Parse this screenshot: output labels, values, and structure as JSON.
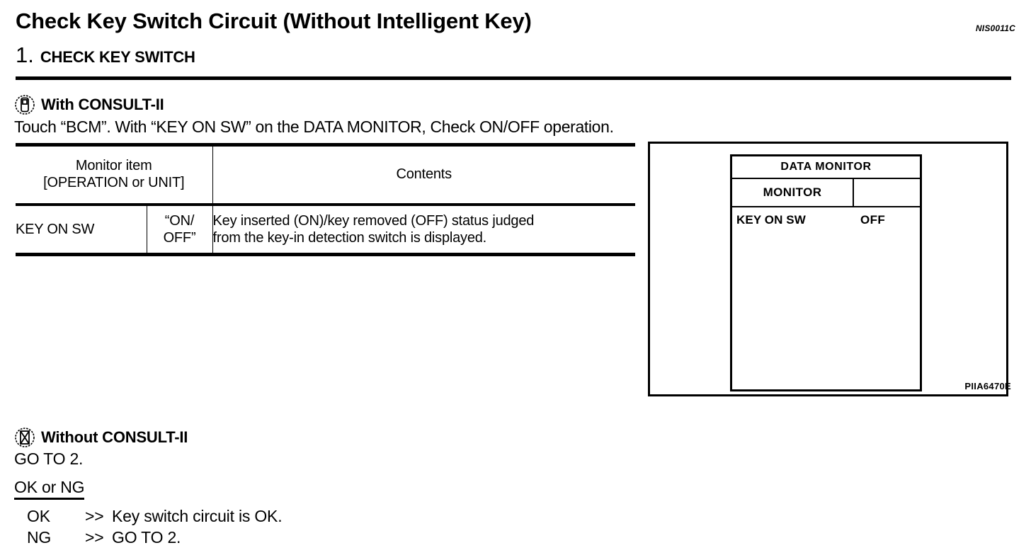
{
  "header": {
    "title": "Check Key Switch Circuit (Without Intelligent Key)",
    "ref_code": "NIS0011C",
    "step_number": "1.",
    "step_title": "CHECK KEY SWITCH"
  },
  "with_consult": {
    "icon": "consult-device-icon",
    "heading": "With CONSULT-II",
    "instruction": "Touch “BCM”. With “KEY ON SW” on the DATA MONITOR, Check ON/OFF operation."
  },
  "monitor_table": {
    "headers": {
      "monitor_item_line1": "Monitor item",
      "monitor_item_line2": "[OPERATION or UNIT]",
      "contents": "Contents"
    },
    "rows": [
      {
        "item": "KEY ON SW",
        "unit_line1": "“ON/",
        "unit_line2": "OFF”",
        "contents_line1": "Key inserted (ON)/key removed (OFF) status judged",
        "contents_line2": "from the key-in detection switch is displayed."
      }
    ]
  },
  "figure": {
    "caption": "PIIA6470E",
    "screen": {
      "title": "DATA MONITOR",
      "column_header": "MONITOR",
      "column_header_value": "",
      "rows": [
        {
          "name": "KEY ON SW",
          "value": "OFF"
        }
      ]
    }
  },
  "without_consult": {
    "icon": "consult-device-crossed-out-icon",
    "heading": "Without CONSULT-II",
    "instruction": "GO TO 2."
  },
  "judgement": {
    "title": "OK or NG",
    "results": [
      {
        "label": "OK",
        "arrow": ">>",
        "text": "Key switch circuit is OK."
      },
      {
        "label": "NG",
        "arrow": ">>",
        "text": "GO TO 2."
      }
    ]
  }
}
